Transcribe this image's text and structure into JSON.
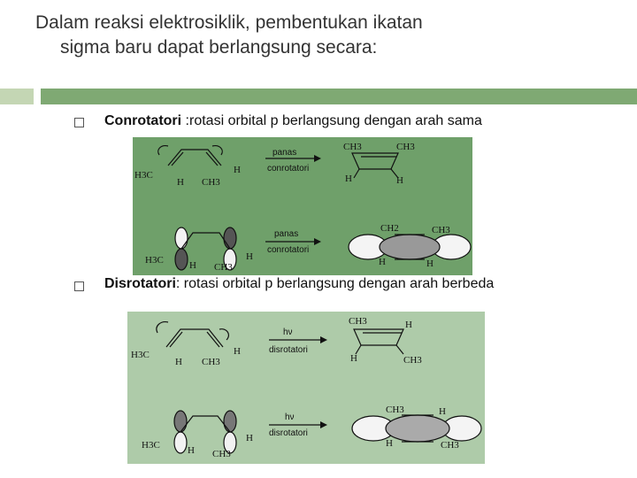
{
  "slide": {
    "title_line1": "Dalam reaksi elektrosiklik, pembentukan ikatan",
    "title_line2": "sigma baru dapat berlangsung secara:",
    "colors": {
      "rule_light": "#c4d6b4",
      "rule_dark": "#7fa973",
      "panel1_bg": "#6fa06a",
      "panel2_bg": "#aecba9"
    }
  },
  "points": [
    {
      "term": "Conrotatori",
      "text": " :rotasi orbital p berlangsung dengan arah sama"
    },
    {
      "term": "Disrotatori",
      "text": ": rotasi orbital p berlangsung dengan arah berbeda"
    }
  ],
  "figure_conrotatory": {
    "arrow1": [
      "panas",
      "conrotatori"
    ],
    "arrow2": [
      "panas",
      "conrotatori"
    ],
    "labels": [
      "H3C",
      "H",
      "CH3",
      "H",
      "CH3",
      "CH3",
      "H",
      "H",
      "H3C",
      "H",
      "CH3",
      "H",
      "CH2",
      "CH3",
      "H",
      "H"
    ]
  },
  "figure_disrotatory": {
    "arrow1": [
      "hν",
      "disrotatori"
    ],
    "arrow2": [
      "hν",
      "disrotatori"
    ],
    "labels": [
      "H3C",
      "H",
      "CH3",
      "H",
      "CH3",
      "H",
      "H",
      "CH3",
      "H3C",
      "H",
      "CH3",
      "H",
      "CH3",
      "H",
      "H",
      "CH3"
    ]
  }
}
